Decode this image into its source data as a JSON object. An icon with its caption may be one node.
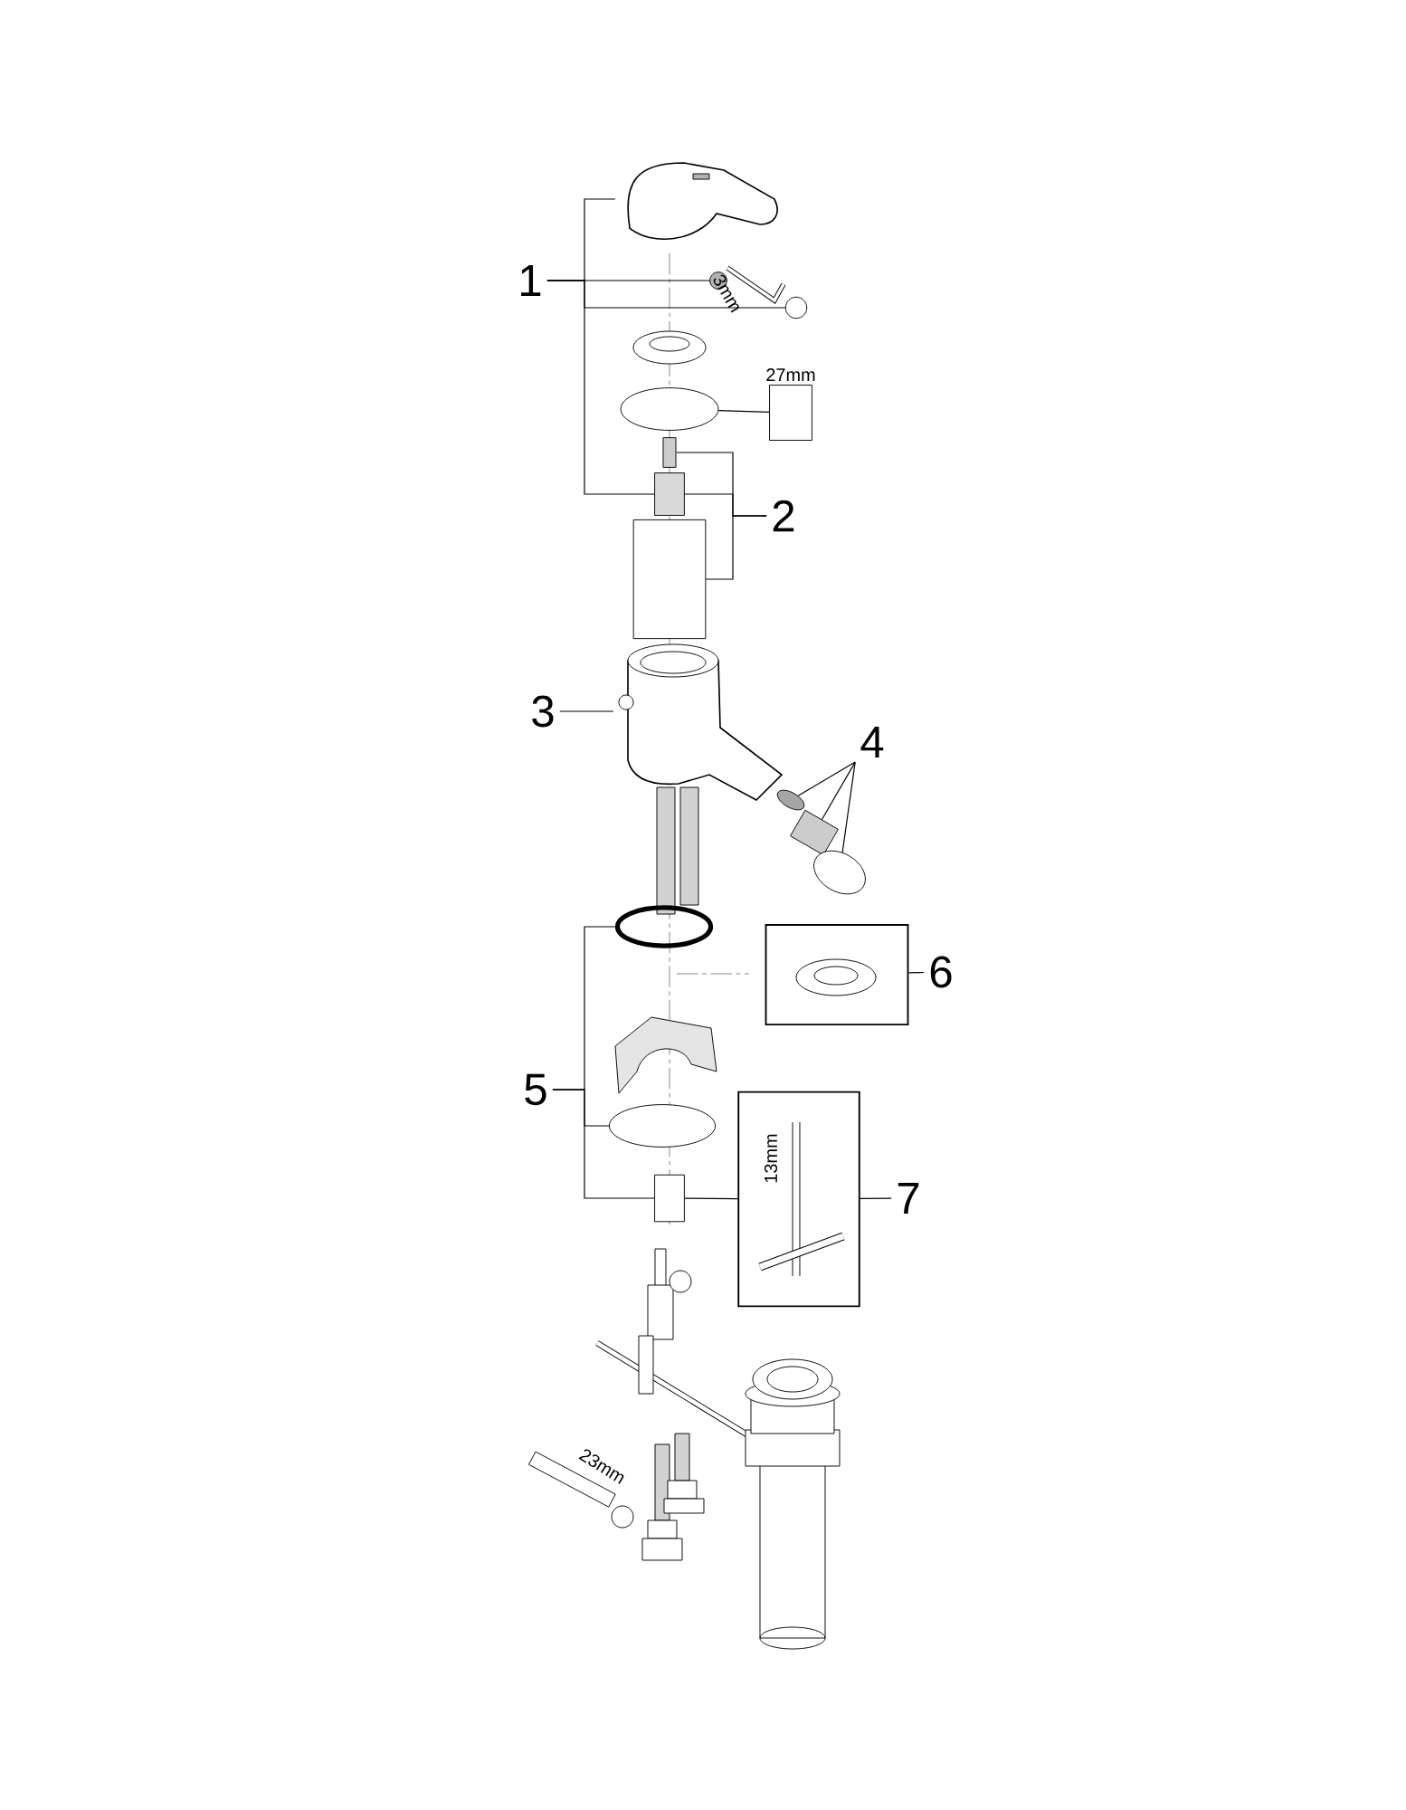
{
  "diagram": {
    "nodes": [
      {
        "text": [
          "1"
        ]
      },
      {
        "text": [
          "2"
        ]
      },
      {
        "text": [
          "3"
        ]
      },
      {
        "text": [
          "4"
        ]
      },
      {
        "text": [
          "5"
        ]
      },
      {
        "text": [
          "6"
        ]
      },
      {
        "text": [
          "7"
        ]
      },
      {
        "text": [],
        "shape": "picture"
      },
      {
        "text": [],
        "shape": "circle"
      },
      {
        "text": [],
        "shape": "circle"
      },
      {
        "text": [],
        "shape": "circle"
      },
      {
        "text": [],
        "shape": "box"
      },
      {
        "text": [],
        "shape": "box"
      },
      {
        "text": [],
        "shape": "box"
      },
      {
        "text": [],
        "shape": "box"
      },
      {
        "text": [],
        "shape": "picture"
      },
      {
        "text": [],
        "shape": "picture"
      },
      {
        "text": [],
        "shape": "picture"
      },
      {
        "text": [],
        "shape": "picture"
      },
      {
        "text": [],
        "shape": "circle"
      },
      {
        "text": [],
        "shape": "box"
      },
      {
        "text": [],
        "shape": "circle"
      },
      {
        "text": [],
        "shape": "box"
      },
      {
        "text": [],
        "shape": "box"
      }
    ],
    "edges": [
      {
        "from": 0,
        "to": 7,
        "arrow": "none"
      },
      {
        "from": 0,
        "to": 8,
        "arrow": "none"
      },
      {
        "from": 0,
        "to": 9,
        "arrow": "none"
      },
      {
        "from": 0,
        "to": 13,
        "arrow": "none"
      },
      {
        "from": 1,
        "to": 12,
        "arrow": "none"
      },
      {
        "from": 1,
        "to": 13,
        "arrow": "none"
      },
      {
        "from": 1,
        "to": 14,
        "arrow": "none"
      },
      {
        "from": 2,
        "to": 15,
        "arrow": "none"
      },
      {
        "from": 3,
        "to": 16,
        "arrow": "none"
      },
      {
        "from": 3,
        "to": 17,
        "arrow": "none"
      },
      {
        "from": 3,
        "to": 18,
        "arrow": "none"
      },
      {
        "from": 4,
        "to": 19,
        "arrow": "none"
      },
      {
        "from": 4,
        "to": 21,
        "arrow": "none"
      },
      {
        "from": 4,
        "to": 22,
        "arrow": "none"
      },
      {
        "from": 5,
        "to": 20,
        "arrow": "none"
      },
      {
        "from": 6,
        "to": 23,
        "arrow": "none"
      },
      {
        "from": 10,
        "to": 11,
        "arrow": "none"
      },
      {
        "from": 22,
        "to": 23,
        "arrow": "none"
      }
    ],
    "labels": [
      "3mm",
      "27mm",
      "13mm",
      "23mm"
    ]
  }
}
